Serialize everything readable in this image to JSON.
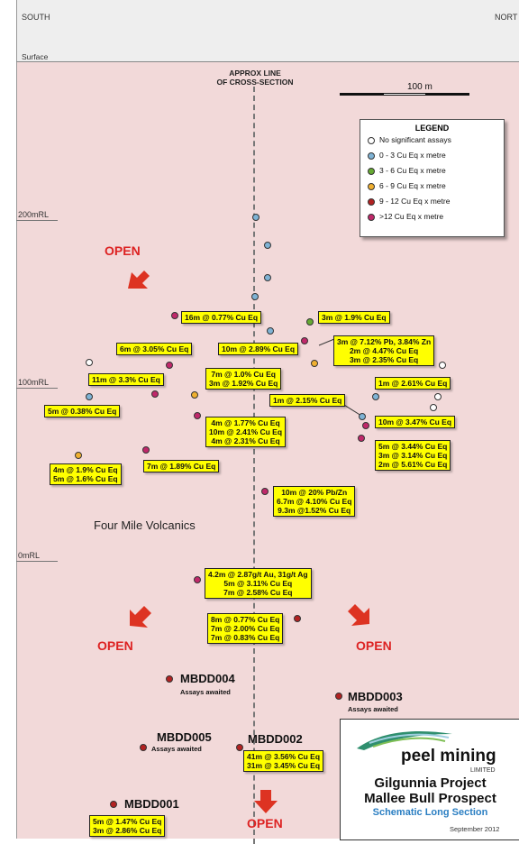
{
  "orientation": {
    "left": "SOUTH",
    "right": "NORT"
  },
  "surface_label": "Surface",
  "cross_section_label": [
    "APPROX LINE",
    "OF CROSS-SECTION"
  ],
  "scale_bar": {
    "label": "100 m"
  },
  "levels": [
    "200mRL",
    "100mRL",
    "0mRL"
  ],
  "open_label": "OPEN",
  "unit_label": "Four Mile Volcanics",
  "legend": {
    "title": "LEGEND",
    "items": [
      {
        "label": "No significant assays",
        "color": "#ffffff"
      },
      {
        "label": "0 - 3 Cu Eq x metre",
        "color": "#7fb3d5"
      },
      {
        "label": "3 - 6 Cu Eq x metre",
        "color": "#66aa33"
      },
      {
        "label": "6 - 9 Cu Eq x metre",
        "color": "#f0b030"
      },
      {
        "label": "9 - 12 Cu Eq x metre",
        "color": "#b22222"
      },
      {
        "label": ">12 Cu Eq x metre",
        "color": "#c0286a"
      }
    ]
  },
  "intercepts": [
    {
      "lines": [
        "16m @ 0.77% Cu Eq"
      ]
    },
    {
      "lines": [
        "3m @ 1.9% Cu Eq"
      ]
    },
    {
      "lines": [
        "10m @ 2.89% Cu Eq"
      ]
    },
    {
      "lines": [
        "6m @ 3.05% Cu Eq"
      ]
    },
    {
      "lines": [
        "3m @ 7.12% Pb, 3.84% Zn",
        "2m @ 4.47% Cu Eq",
        "3m @ 2.35% Cu Eq"
      ]
    },
    {
      "lines": [
        "11m @ 3.3% Cu Eq"
      ]
    },
    {
      "lines": [
        "7m @ 1.0% Cu Eq",
        "3m @ 1.92% Cu Eq"
      ]
    },
    {
      "lines": [
        "1m @ 2.61% Cu Eq"
      ]
    },
    {
      "lines": [
        "1m @ 2.15% Cu Eq"
      ]
    },
    {
      "lines": [
        "5m @ 0.38% Cu Eq"
      ]
    },
    {
      "lines": [
        "10m @ 3.47% Cu Eq"
      ]
    },
    {
      "lines": [
        "4m @ 1.77% Cu Eq",
        "10m @ 2.41% Cu Eq",
        "4m @ 2.31% Cu Eq"
      ]
    },
    {
      "lines": [
        "5m @ 3.44% Cu Eq",
        "3m @ 3.14% Cu Eq",
        "2m @ 5.61% Cu Eq"
      ]
    },
    {
      "lines": [
        "7m @ 1.89% Cu Eq"
      ]
    },
    {
      "lines": [
        "4m @ 1.9% Cu Eq",
        "5m @ 1.6% Cu Eq"
      ]
    },
    {
      "lines": [
        "10m @ 20% Pb/Zn",
        "6.7m @ 4.10% Cu Eq",
        "9.3m @1.52% Cu Eq"
      ]
    },
    {
      "lines": [
        "4.2m @ 2.87g/t Au, 31g/t Ag",
        "5m @ 3.11% Cu Eq",
        "7m @ 2.58% Cu Eq"
      ]
    },
    {
      "lines": [
        "8m @ 0.77% Cu Eq",
        "7m @ 2.00% Cu Eq",
        "7m @ 0.83% Cu Eq"
      ]
    },
    {
      "lines": [
        "41m @ 3.56% Cu Eq",
        "31m @ 3.45% Cu Eq"
      ]
    },
    {
      "lines": [
        "5m @ 1.47% Cu Eq",
        "3m @ 2.86% Cu Eq"
      ]
    }
  ],
  "holes": [
    {
      "name": "MBDD004",
      "status": "Assays awaited"
    },
    {
      "name": "MBDD003",
      "status": "Assays awaited"
    },
    {
      "name": "MBDD005",
      "status": "Assays awaited"
    },
    {
      "name": "MBDD002",
      "status": ""
    },
    {
      "name": "MBDD001",
      "status": ""
    }
  ],
  "title_block": {
    "logo_text": "peel mining",
    "logo_sub": "LIMITED",
    "project": "Gilgunnia Project",
    "prospect": "Mallee Bull Prospect",
    "section": "Schematic Long Section",
    "date": "September 2012"
  }
}
